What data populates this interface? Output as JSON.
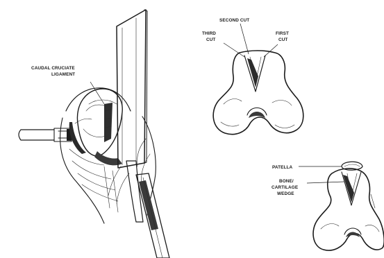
{
  "labels": {
    "ligament_line1": "CAUDAL CRUCIATE",
    "ligament_line2": "LIGAMENT",
    "second_cut": "SECOND CUT",
    "third_cut_line1": "THIRD",
    "third_cut_line2": "CUT",
    "first_cut_line1": "FIRST",
    "first_cut_line2": "CUT",
    "patella": "PATELLA",
    "wedge_line1": "BONE/",
    "wedge_line2": "CARTILAGE",
    "wedge_line3": "WEDGE"
  },
  "colors": {
    "ink": "#1b1b1b",
    "paper": "#ffffff",
    "shade": "#3a3a3a"
  }
}
